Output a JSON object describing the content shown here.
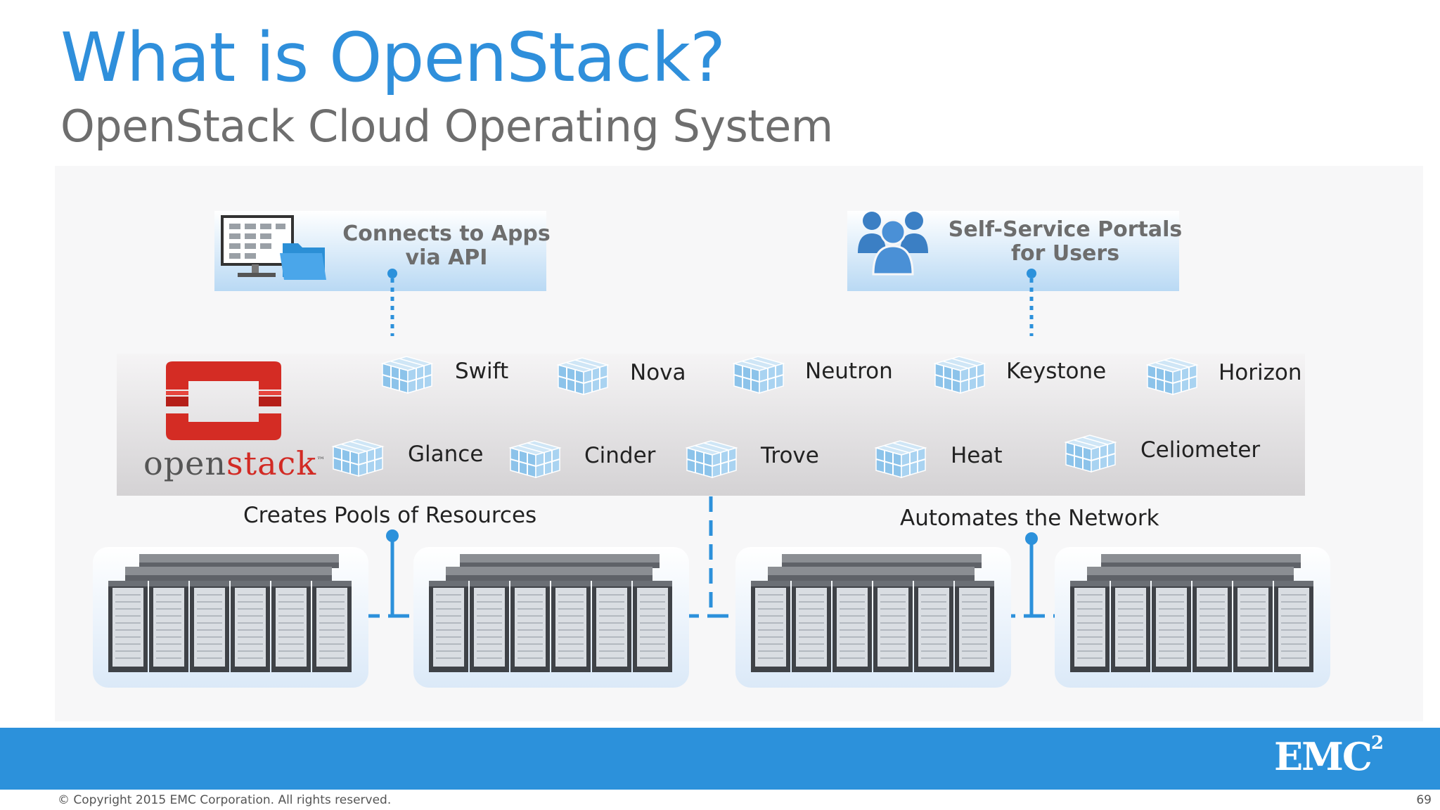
{
  "slide": {
    "title": "What is OpenStack?",
    "subtitle": "OpenStack Cloud Operating System"
  },
  "top_boxes": [
    {
      "text": "Connects to Apps via API",
      "line1": "Connects to Apps",
      "line2": "via API",
      "icon": "monitor-folder-icon"
    },
    {
      "text": "Self-Service Portals for Users",
      "line1": "Self-Service Portals",
      "line2": "for Users",
      "icon": "users-group-icon"
    }
  ],
  "logo": {
    "part1": "open",
    "part2": "stack",
    "tm": "™"
  },
  "services": {
    "row1": [
      "Swift",
      "Nova",
      "Neutron",
      "Keystone",
      "Horizon"
    ],
    "row2": [
      "Glance",
      "Cinder",
      "Trove",
      "Heat",
      "Celiometer"
    ]
  },
  "captions": {
    "pools": "Creates Pools of Resources",
    "network": "Automates the Network"
  },
  "colors": {
    "accent": "#2c91db",
    "logo_red": "#d22a24"
  },
  "footer": {
    "brand": "EMC",
    "brand_sup": "2",
    "copyright": "© Copyright 2015 EMC Corporation. All rights reserved.",
    "page_number": "69"
  }
}
